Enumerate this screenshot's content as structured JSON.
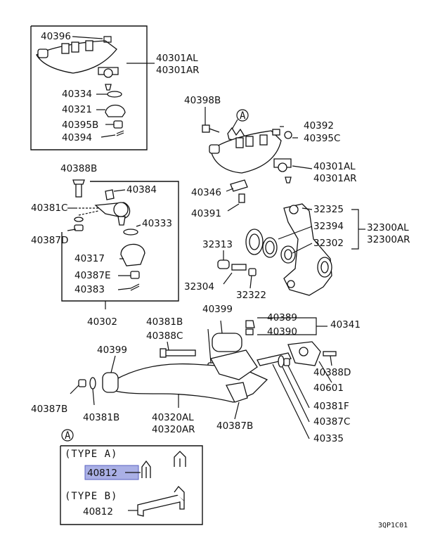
{
  "diagram": {
    "drawing_code": "3QP1C01",
    "reference_mark": "A",
    "type_a_label": "(TYPE A)",
    "type_b_label": "(TYPE B)",
    "highlighted_part": "40812",
    "parts": {
      "p40396": "40396",
      "p40301AL_1": "40301AL",
      "p40301AR_1": "40301AR",
      "p40334": "40334",
      "p40321": "40321",
      "p40395B": "40395B",
      "p40394": "40394",
      "p40398B": "40398B",
      "p40392": "40392",
      "p40395C": "40395C",
      "p40301AL_2": "40301AL",
      "p40301AR_2": "40301AR",
      "p40346": "40346",
      "p40391": "40391",
      "p40388B": "40388B",
      "p40384": "40384",
      "p40381C": "40381C",
      "p40333": "40333",
      "p40387D": "40387D",
      "p40317": "40317",
      "p40387E": "40387E",
      "p40383": "40383",
      "p40302": "40302",
      "p32325": "32325",
      "p32394": "32394",
      "p32302": "32302",
      "p32300AL": "32300AL",
      "p32300AR": "32300AR",
      "p32313": "32313",
      "p32304": "32304",
      "p32322": "32322",
      "p40381B_1": "40381B",
      "p40388C": "40388C",
      "p40399_1": "40399",
      "p40389": "40389",
      "p40390": "40390",
      "p40341": "40341",
      "p40399_2": "40399",
      "p40388D": "40388D",
      "p40601": "40601",
      "p40381F": "40381F",
      "p40387C": "40387C",
      "p40335": "40335",
      "p40387B_1": "40387B",
      "p40381B_2": "40381B",
      "p40320AL": "40320AL",
      "p40320AR": "40320AR",
      "p40387B_2": "40387B",
      "p40812_a": "40812",
      "p40812_b": "40812"
    }
  }
}
